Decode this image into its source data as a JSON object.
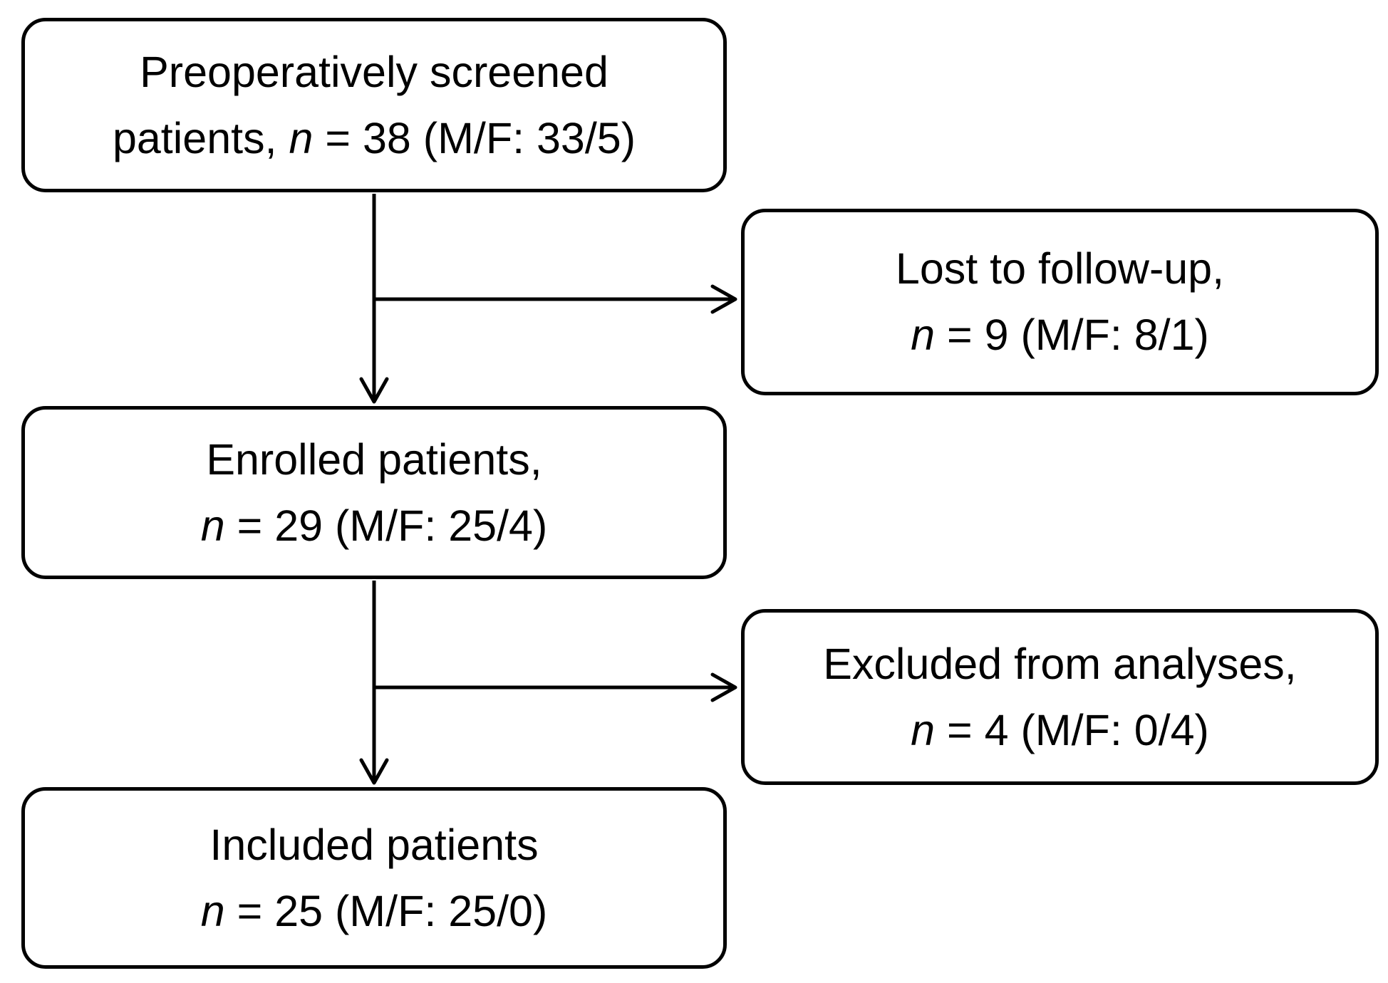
{
  "colors": {
    "background": "#ffffff",
    "line": "#000000",
    "text": "#000000"
  },
  "nodes": {
    "screened": {
      "line1": "Preoperatively screened",
      "line2_prefix": "patients, ",
      "n": "n",
      "line2_rest": " = 38 (M/F: 33/5)"
    },
    "lost": {
      "line1": "Lost to follow-up,",
      "line2_prefix": "",
      "n": "n",
      "line2_rest": " = 9 (M/F: 8/1)"
    },
    "enrolled": {
      "line1": "Enrolled patients,",
      "line2_prefix": "",
      "n": "n",
      "line2_rest": " = 29 (M/F: 25/4)"
    },
    "excluded": {
      "line1": "Excluded from analyses,",
      "line2_prefix": "",
      "n": "n",
      "line2_rest": " = 4 (M/F: 0/4)"
    },
    "included": {
      "line1": "Included patients",
      "line2_prefix": "",
      "n": "n",
      "line2_rest": " = 25 (M/F: 25/0)"
    }
  },
  "edges": [
    {
      "from": "screened",
      "to": "enrolled"
    },
    {
      "from": "screened",
      "to": "lost"
    },
    {
      "from": "enrolled",
      "to": "included"
    },
    {
      "from": "enrolled",
      "to": "excluded"
    }
  ]
}
